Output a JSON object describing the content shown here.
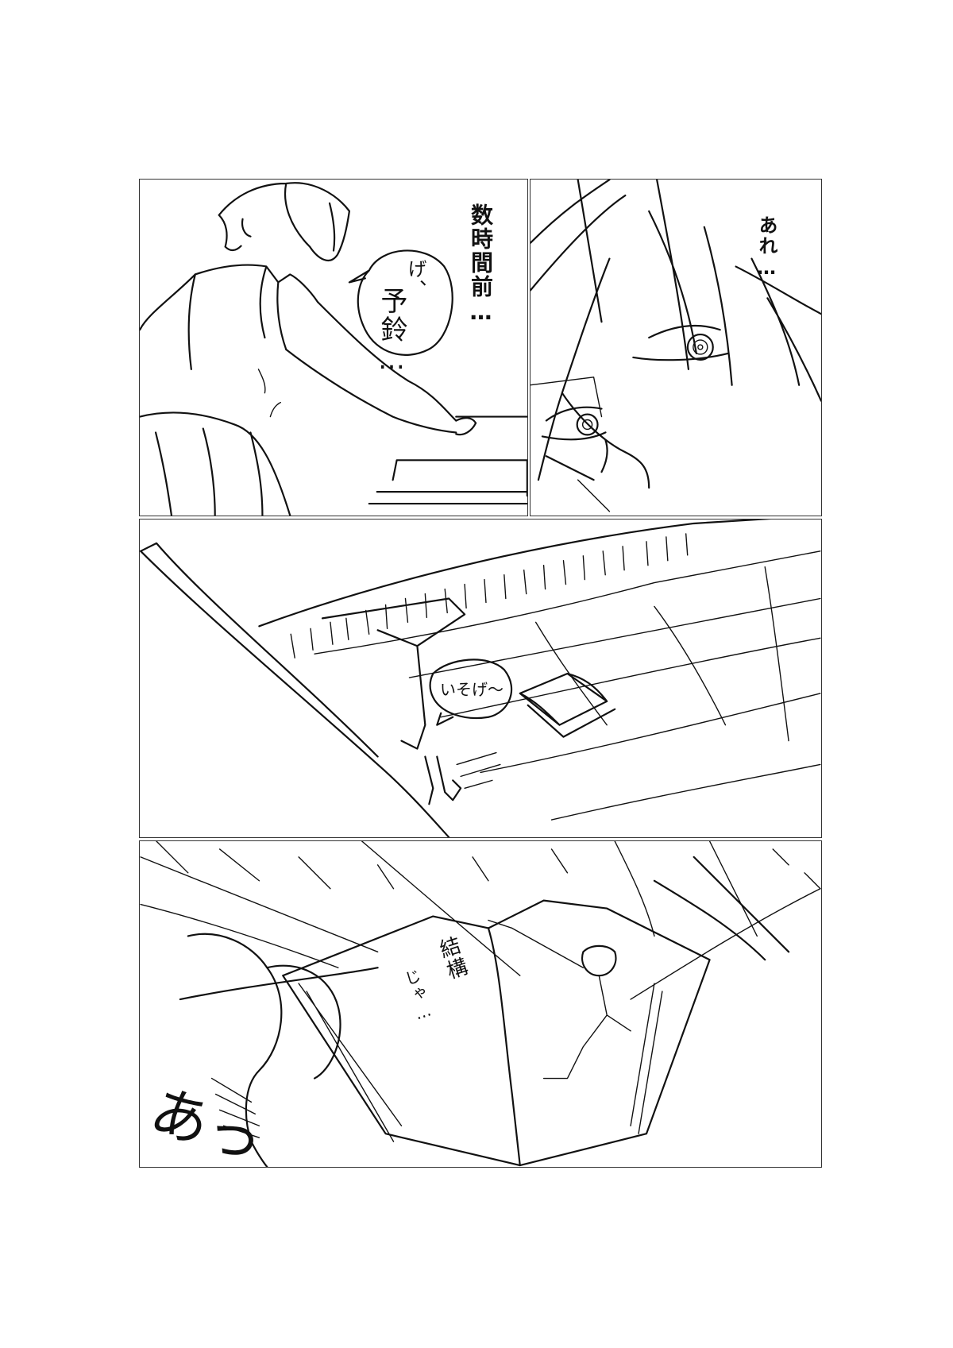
{
  "panels": [
    {
      "narration": "数時間前…",
      "speech": [
        "げ、",
        "予鈴…"
      ]
    },
    {
      "speech": "あれ…"
    },
    {
      "speech": "いそげ〜"
    },
    {
      "sfx": "あっ",
      "page_text": [
        "結構",
        "じゃ…"
      ]
    }
  ]
}
